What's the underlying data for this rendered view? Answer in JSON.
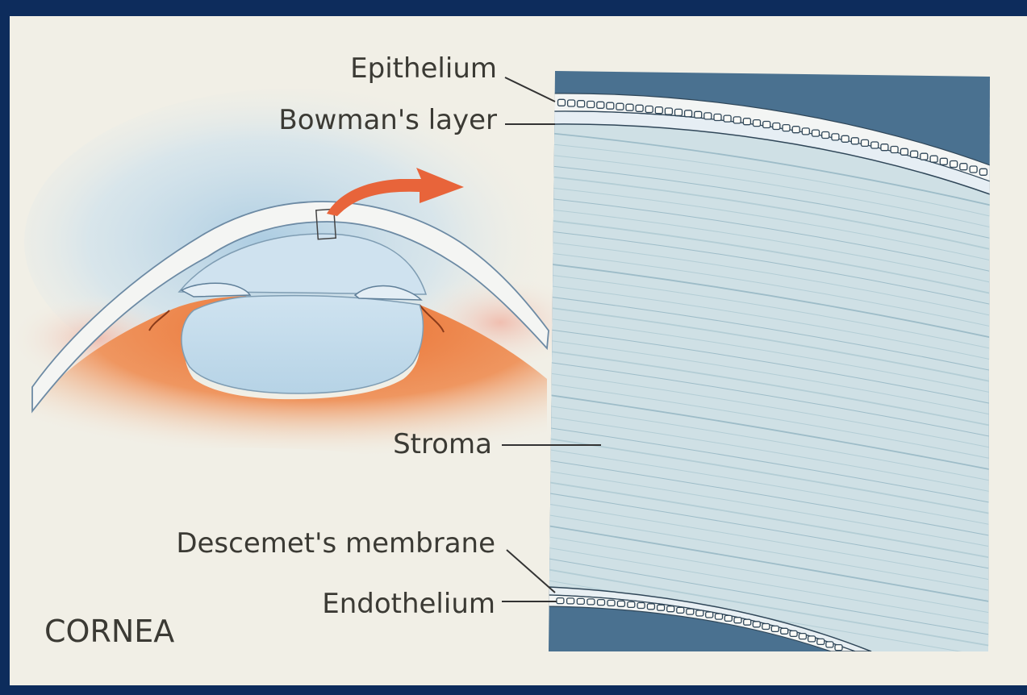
{
  "title": "CORNEA",
  "labels": {
    "epithelium": "Epithelium",
    "bowmans_layer": "Bowman's layer",
    "stroma": "Stroma",
    "descemets_membrane": "Descemet's membrane",
    "endothelium": "Endothelium"
  },
  "colors": {
    "frame": "#0d2c5c",
    "background": "#f1efe6",
    "tissue_dark": "#4a7190",
    "stroma": "#c9dde3",
    "iris": "#ea7a3d",
    "arrow": "#e8643a"
  }
}
